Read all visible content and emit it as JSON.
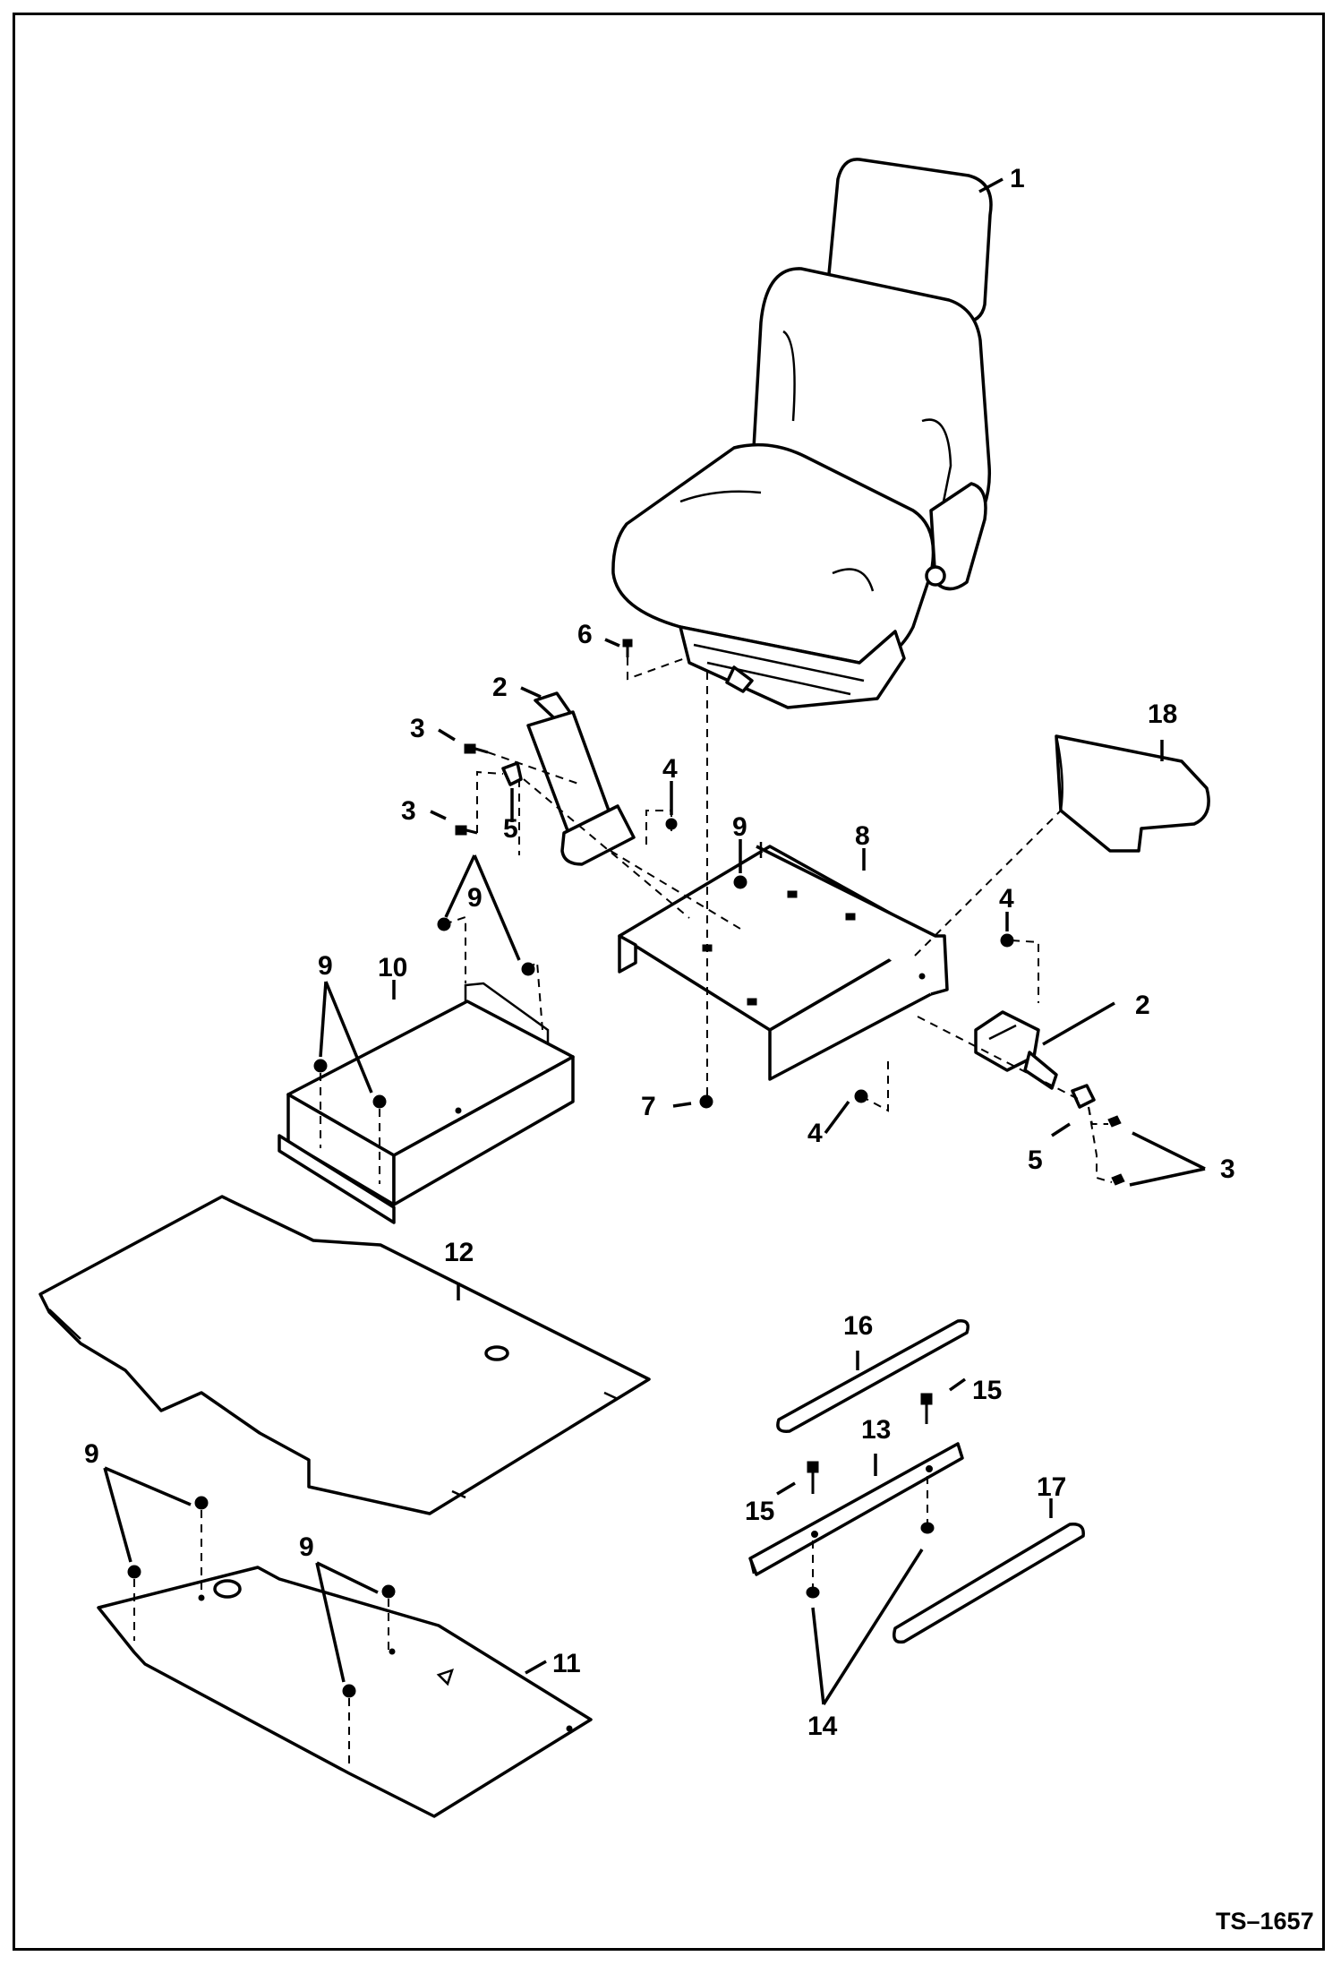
{
  "drawing": {
    "figure_id": "TS–1657",
    "callouts": {
      "c1": "1",
      "c2a": "2",
      "c2b": "2",
      "c3a": "3",
      "c3b": "3",
      "c3c": "3",
      "c4a": "4",
      "c4b": "4",
      "c4c": "4",
      "c5a": "5",
      "c5b": "5",
      "c6": "6",
      "c7": "7",
      "c8": "8",
      "c9a": "9",
      "c9b": "9",
      "c9c": "9",
      "c9d": "9",
      "c9e": "9",
      "c10": "10",
      "c11": "11",
      "c12": "12",
      "c13": "13",
      "c14": "14",
      "c15a": "15",
      "c15b": "15",
      "c16": "16",
      "c17": "17",
      "c18": "18"
    }
  }
}
